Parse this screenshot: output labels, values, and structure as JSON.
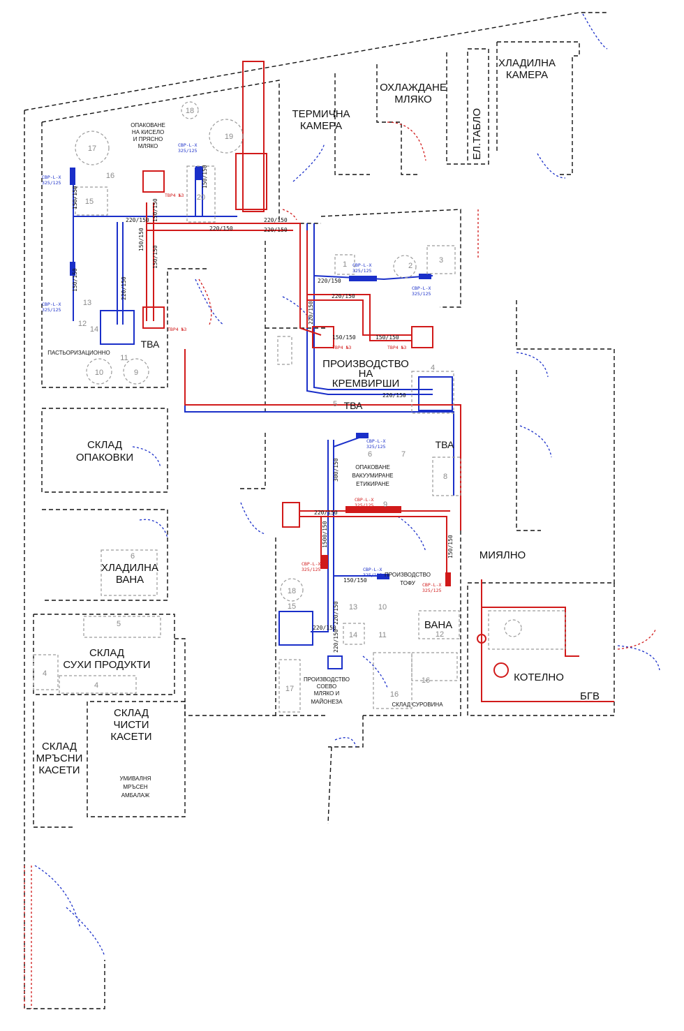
{
  "colors": {
    "supply": "#d11a1a",
    "exhaust": "#1a2fc9",
    "walls": "#111111",
    "equipment": "#9a9a9a"
  },
  "rooms": {
    "cold_chamber_top": [
      "ХЛАДИЛНА",
      "КАМЕРА"
    ],
    "milk_cooling": [
      "ОХЛАЖДАНЕ",
      "МЛЯКО"
    ],
    "el_panel": "ЕЛ.ТАБЛО",
    "thermal_chamber": [
      "ТЕРМИЧНА",
      "КАМЕРА"
    ],
    "sour_milk_packing": [
      "ОПАКОВАНЕ",
      "НА КИСЕЛО",
      "И ПРЯСНО",
      "МЛЯКО"
    ],
    "pasteurization": "ПАСТЬОРИЗАЦИОННО",
    "cream_cheese": [
      "ПРОИЗВОДСТВО",
      "НА",
      "КРЕМВИРШИ"
    ],
    "packing_store": [
      "СКЛАД",
      "ОПАКОВКИ"
    ],
    "packing_vacuum": [
      "ОПАКОВАНЕ",
      "ВАКУУМИРАНЕ",
      "ЕТИКИРАНЕ"
    ],
    "cold_bath": [
      "ХЛАДИЛНА",
      "ВАНА"
    ],
    "washing": "МИЯЛНО",
    "tofu": [
      "ПРОИЗВОДСТВО",
      "ТОФУ"
    ],
    "bath": "ВАНА",
    "dry_products": [
      "СКЛАД",
      "СУХИ ПРОДУКТИ"
    ],
    "soy_milk": [
      "ПРОИЗВОДСТВО",
      "СОЕВО",
      "МЛЯКО И",
      "МАЙОНЕЗА"
    ],
    "raw_store": "СКЛАД СУРОВИНА",
    "boiler": "КОТЕЛНО",
    "bgv": "БГВ",
    "clean_cassettes": [
      "СКЛАД",
      "ЧИСТИ",
      "КАСЕТИ"
    ],
    "dirty_cassettes": [
      "СКЛАД",
      "МРЪСНИ",
      "КАСЕТИ"
    ],
    "washroom": [
      "УМИВАЛНЯ",
      "МРЪСЕН",
      "АМБАЛАЖ"
    ]
  },
  "units": {
    "tva": "ТВА"
  },
  "duct_sizes": {
    "d220": "220/150",
    "d150": "150/150",
    "d1500": "1500/150",
    "d300": "300/150"
  },
  "specs": {
    "svr": "СВР-L-X",
    "svr_size": "325/125",
    "tvr": "ТВР4 №3"
  },
  "equipment_numbers": [
    "1",
    "2",
    "3",
    "4",
    "5",
    "6",
    "7",
    "8",
    "9",
    "10",
    "11",
    "12",
    "13",
    "14",
    "15",
    "16",
    "17",
    "18",
    "19",
    "20"
  ]
}
